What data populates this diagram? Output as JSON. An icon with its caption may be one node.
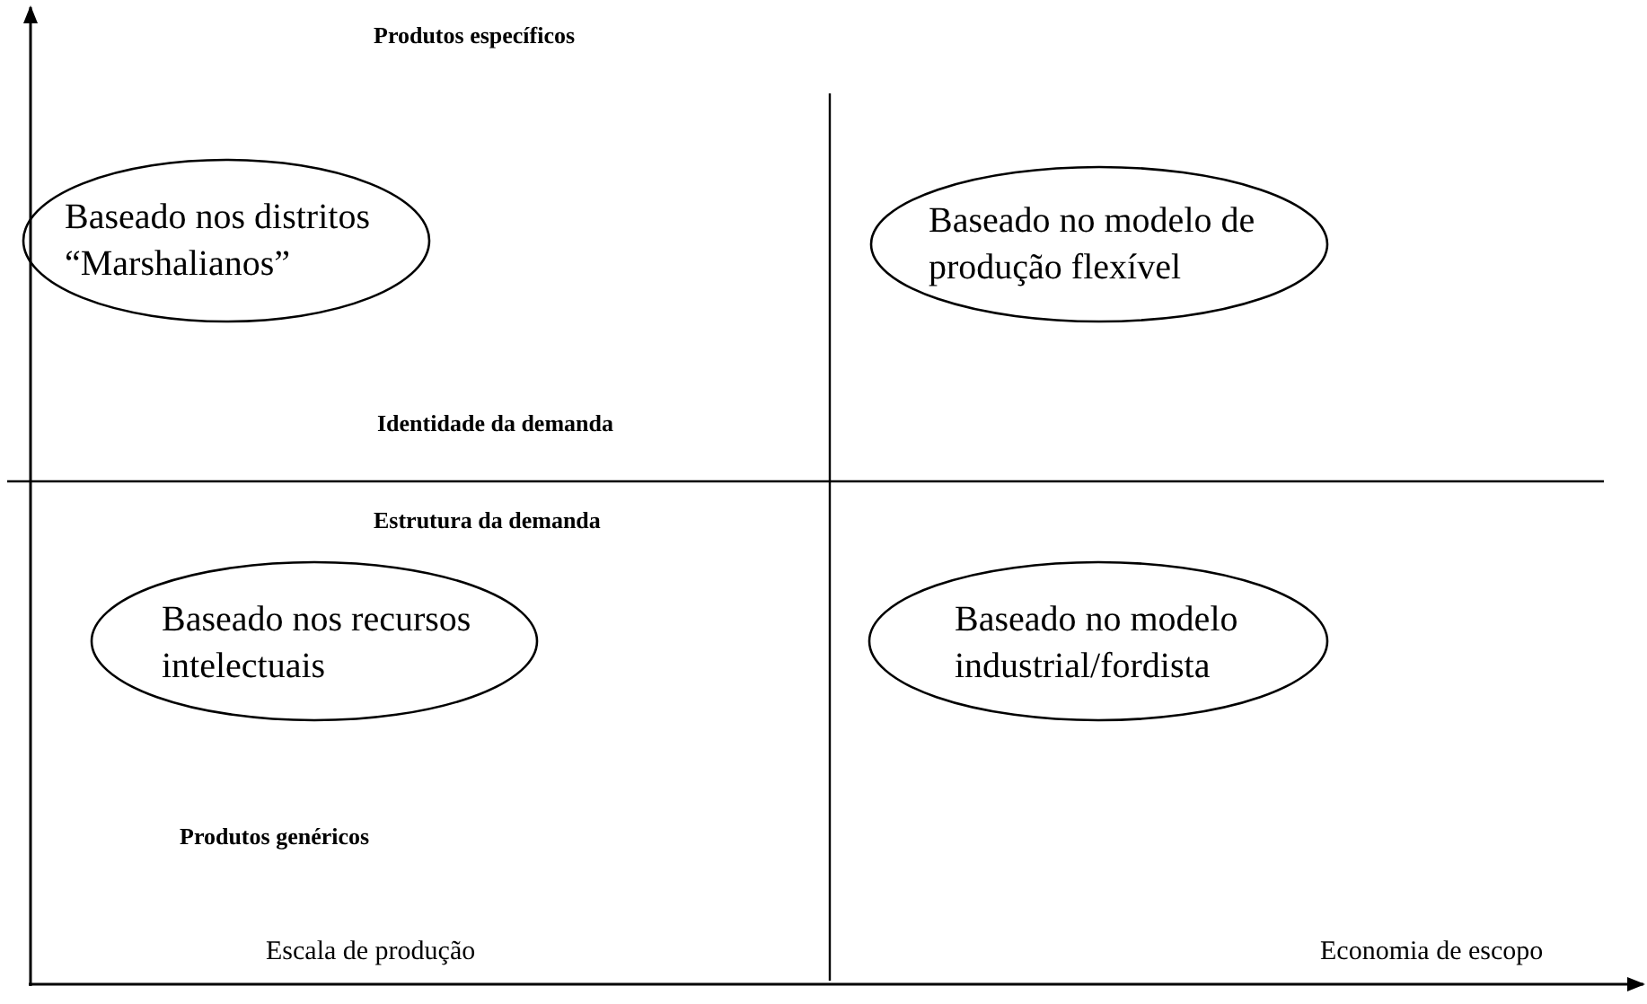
{
  "diagram": {
    "nodes": [
      {
        "text": [
          "Baseado nos distritos “Marshalianos”"
        ]
      },
      {
        "text": [
          "Baseado no modelo de produção flexível"
        ]
      },
      {
        "text": [
          "Baseado nos recursos intelectuais"
        ]
      },
      {
        "text": [
          "Baseado no modelo industrial/fordista"
        ]
      }
    ],
    "labels": [
      "Produtos específicos",
      "Identidade da demanda",
      "Estrutura da demanda",
      "Produtos genéricos",
      "Escala de produção",
      "Economia de escopo"
    ]
  }
}
